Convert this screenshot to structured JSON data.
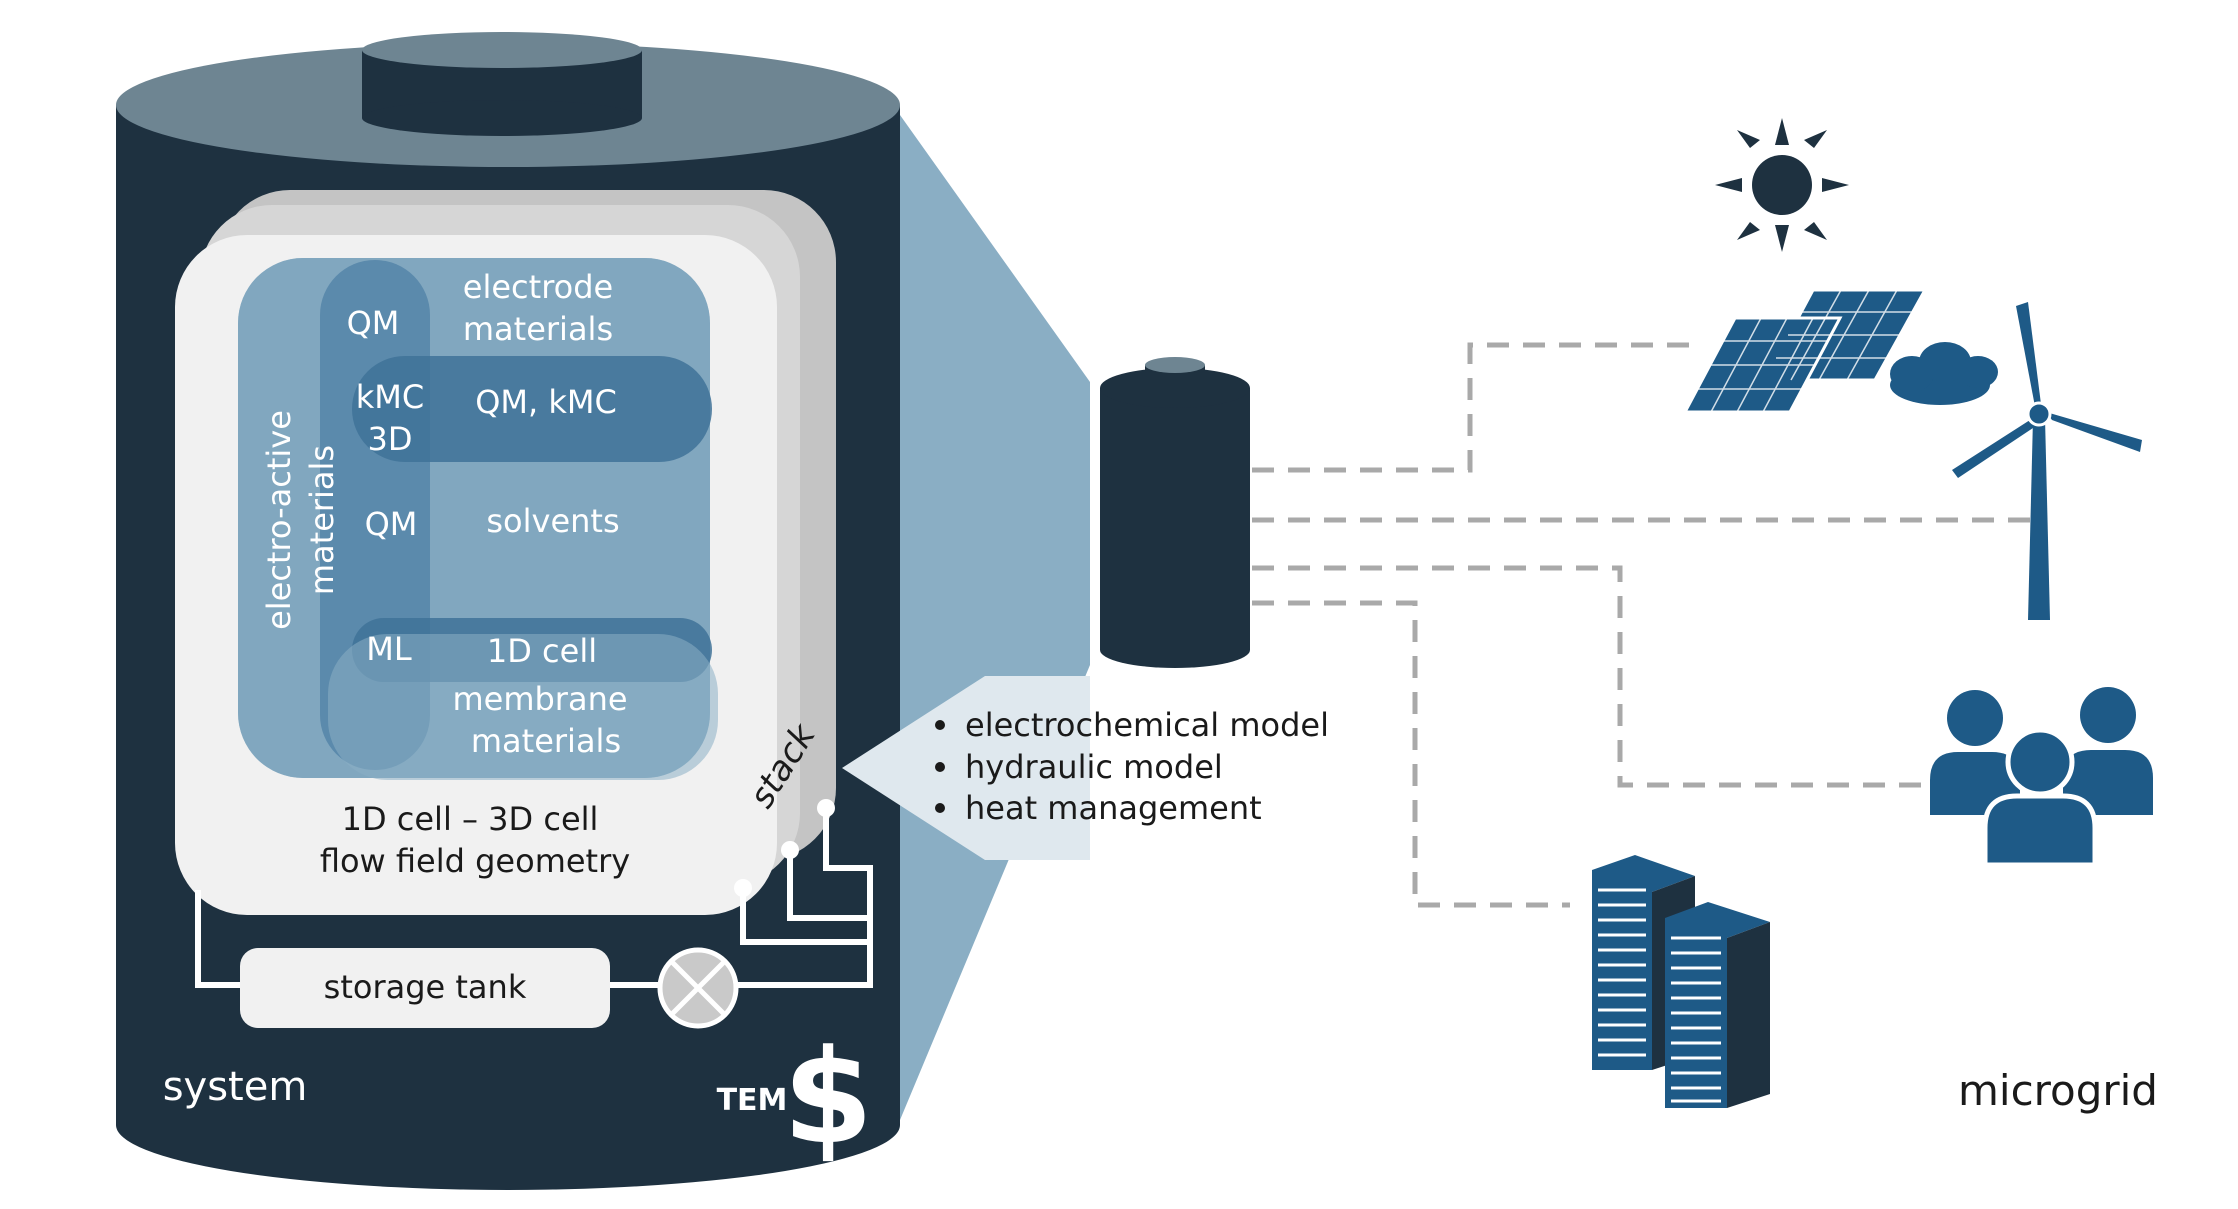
{
  "colors": {
    "navy": "#1e3140",
    "slate": "#6e8592",
    "zone_blue": "#8aaec4",
    "stack_blue": "#6f98b4",
    "stack_blue_dark": "#3f7298",
    "icon_blue": "#1e5a87",
    "light_gray": "#f1f1f1",
    "mid_gray": "#d6d6d6",
    "dash_gray": "#a9a9a9"
  },
  "labels": {
    "qm_top": "QM",
    "electrode_1": "electrode",
    "electrode_2": "materials",
    "kmc_1": "kMC",
    "kmc_2": "3D",
    "qm_kmc": "QM, kMC",
    "electro_active_1": "electro-active",
    "electro_active_2": "materials",
    "qm_mid": "QM",
    "solvents": "solvents",
    "ml": "ML",
    "cell_1d": "1D cell",
    "membrane_1": "membrane",
    "membrane_2": "materials",
    "stack": "stack",
    "cell_geom_1": "1D cell – 3D cell",
    "cell_geom_2": "flow field geometry",
    "storage_tank": "storage tank",
    "system": "system",
    "tem": "TEM",
    "dollar": "$",
    "microgrid": "microgrid"
  },
  "models": [
    "electrochemical model",
    "hydraulic model",
    "heat management"
  ],
  "icons": {
    "sun": "sun-icon",
    "solar_panel": "solar-panel-icon",
    "cloud": "cloud-icon",
    "wind_turbine": "wind-turbine-icon",
    "people": "people-icon",
    "buildings": "buildings-icon",
    "battery": "battery-cell-icon",
    "valve": "valve-icon"
  }
}
